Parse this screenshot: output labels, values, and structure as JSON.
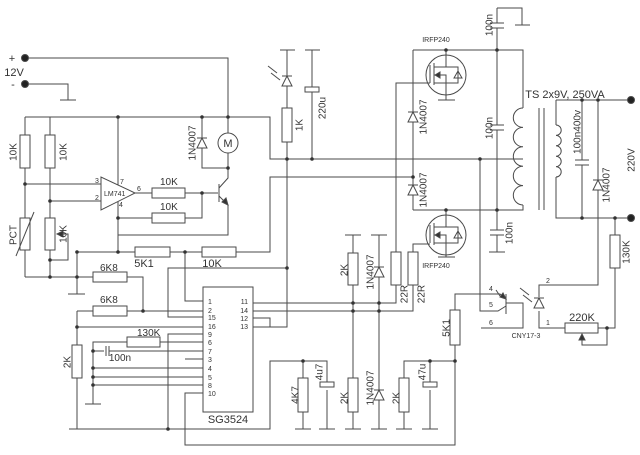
{
  "power_input": {
    "plus": "+",
    "minus": "-",
    "voltage": "12V"
  },
  "components": {
    "r_10k_a": "10K",
    "r_10k_b": "10K",
    "pct": "PCT",
    "pot_10k": "10K",
    "opamp": "LM741",
    "opamp_pins": {
      "p3": "3",
      "p2": "2",
      "p7": "7",
      "p4": "4",
      "p6": "6"
    },
    "r_out": "10K",
    "r_fb": "10K",
    "d_motor": "1N4007",
    "motor": "M",
    "led_res": "1K",
    "cap_220": "220u",
    "r_5k1": "5K1",
    "r_10k_c": "10K",
    "r_6k8_a": "6K8",
    "r_6k8_b": "6K8",
    "r_130k": "130K",
    "c_100n": "100n",
    "r_2k_left": "2K",
    "ic": "SG3524",
    "ic_pins_left": [
      "1",
      "2",
      "15",
      "16",
      "9",
      "6",
      "7",
      "3",
      "4",
      "5",
      "8",
      "10"
    ],
    "ic_pins_right": [
      "11",
      "14",
      "12",
      "13"
    ],
    "mosfet_top": "IRFP240",
    "mosfet_bottom": "IRFP240",
    "d_top": "1N4007",
    "d_mid": "1N4007",
    "c_top": "100n",
    "c_mid": "100n",
    "c_bot": "100n",
    "transformer": "TS 2x9V, 250VA",
    "c_400v": "100n400v",
    "d_sec": "1N4007",
    "mains": "220V",
    "r_22r_a": "22R",
    "r_22r_b": "22R",
    "r_2k_a": "2K",
    "d_a": "1N4007",
    "r_2k_b": "2K",
    "d_b": "1N4007",
    "r_4k7": "4K7",
    "c_4u7": "4u7",
    "r_2k_c": "2K",
    "c_47u": "47u",
    "r_5k1_b": "5K1",
    "opto": "CNY17-3",
    "opto_pins": {
      "p4": "4",
      "p5": "5",
      "p6": "6",
      "p2": "2",
      "p1": "1"
    },
    "pot_220k": "220K",
    "r_130k_b": "130K"
  }
}
